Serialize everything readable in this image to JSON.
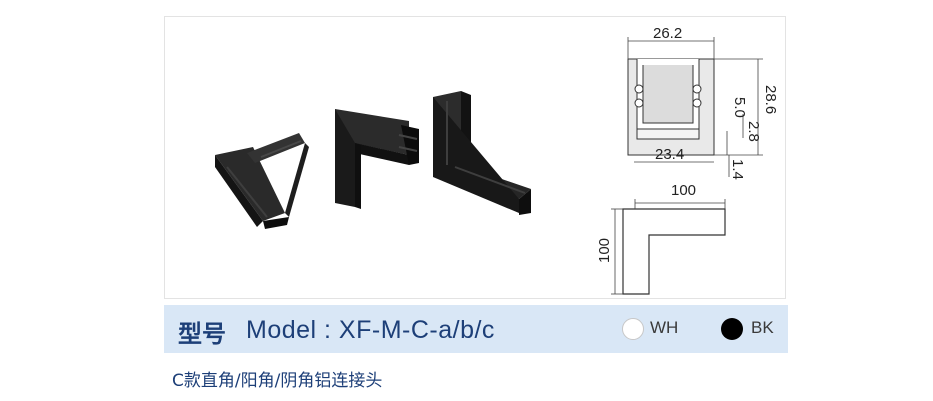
{
  "drawing": {
    "dims": {
      "width_top": "26.2",
      "width_bottom": "23.4",
      "height": "28.6",
      "inner_depth": "5.0",
      "lip": "2.8",
      "base": "1.4",
      "arm_horizontal": "100",
      "arm_vertical": "100"
    }
  },
  "model_bar": {
    "label": "型号",
    "model_number": "Model : XF-M-C-a/b/c",
    "colors": [
      {
        "label": "WH",
        "hex": "#ffffff"
      },
      {
        "label": "BK",
        "hex": "#000000"
      }
    ]
  },
  "description": "C款直角/阳角/阴角铝连接头"
}
